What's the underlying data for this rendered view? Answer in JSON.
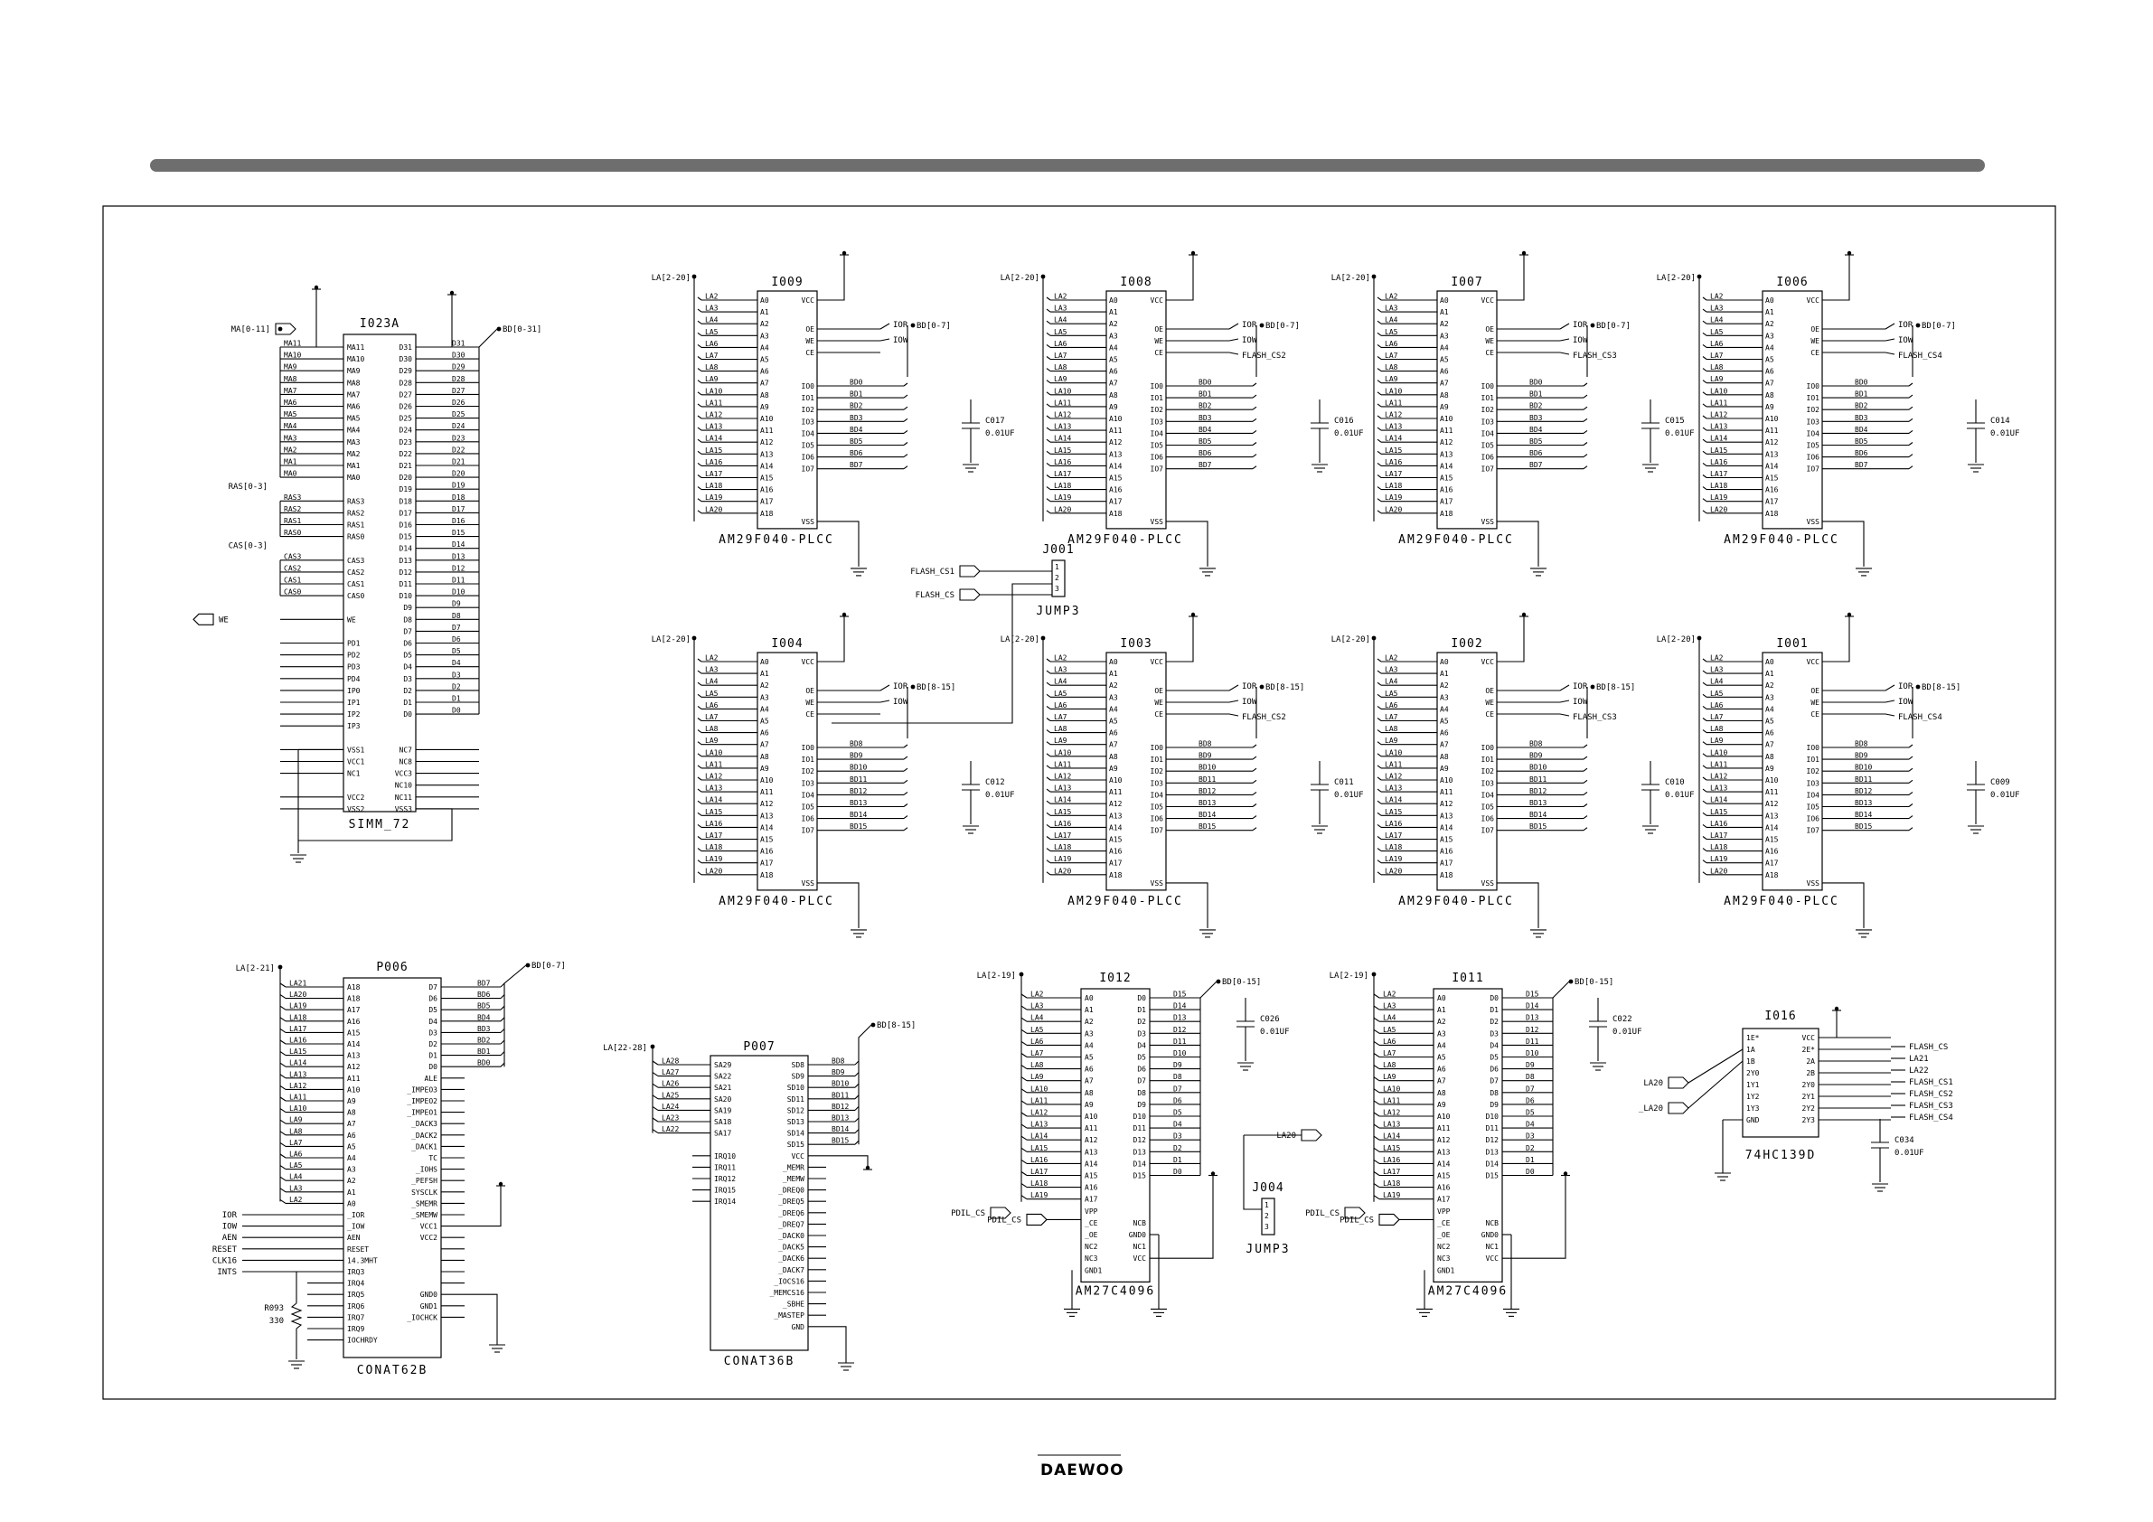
{
  "brand": "DAEWOO",
  "chips": [
    {
      "ref": "I023A",
      "type": "SIMM_72",
      "left": [
        "MA11",
        "MA10",
        "MA9",
        "MA8",
        "MA7",
        "MA6",
        "MA5",
        "MA4",
        "MA3",
        "MA2",
        "MA1",
        "MA0",
        "",
        "RAS3",
        "RAS2",
        "RAS1",
        "RAS0",
        "",
        "CAS3",
        "CAS2",
        "CAS1",
        "CAS0",
        "",
        "WE",
        "",
        "PD1",
        "PD2",
        "PD3",
        "PD4",
        "IP0",
        "IP1",
        "IP2",
        "IP3",
        "",
        "VSS1",
        "VCC1",
        "NC1",
        "",
        "VCC2",
        "VSS2"
      ],
      "right": [
        "D31",
        "D30",
        "D29",
        "D28",
        "D27",
        "D26",
        "D25",
        "D24",
        "D23",
        "D22",
        "D21",
        "D20",
        "D19",
        "D18",
        "D17",
        "D16",
        "D15",
        "D14",
        "D13",
        "D12",
        "D11",
        "D10",
        "D9",
        "D8",
        "D7",
        "D6",
        "D5",
        "D4",
        "D3",
        "D2",
        "D1",
        "D0",
        "",
        "",
        "NC7",
        "NC8",
        "VCC3",
        "NC10",
        "NC11",
        "VSS3"
      ],
      "nets_left": [
        "MA[0-11]",
        "RAS[0-3]",
        "CAS[0-3]",
        "WE"
      ],
      "nets_right": [
        "BD[0-31]"
      ]
    },
    {
      "ref": "I009",
      "type": "AM29F040-PLCC",
      "cap_ref": "C017",
      "cap_val": "0.01UF",
      "bus": "BD[0-7]",
      "in": "LA[2-20]",
      "ctl": [
        "IOR",
        "IOW",
        ""
      ]
    },
    {
      "ref": "I008",
      "type": "AM29F040-PLCC",
      "cap_ref": "C016",
      "cap_val": "0.01UF",
      "bus": "BD[0-7]",
      "in": "LA[2-20]",
      "ctl": [
        "IOR",
        "IOW",
        "FLASH_CS2"
      ]
    },
    {
      "ref": "I007",
      "type": "AM29F040-PLCC",
      "cap_ref": "C015",
      "cap_val": "0.01UF",
      "bus": "BD[0-7]",
      "in": "LA[2-20]",
      "ctl": [
        "IOR",
        "IOW",
        "FLASH_CS3"
      ]
    },
    {
      "ref": "I006",
      "type": "AM29F040-PLCC",
      "cap_ref": "C014",
      "cap_val": "0.01UF",
      "bus": "BD[0-7]",
      "in": "LA[2-20]",
      "ctl": [
        "IOR",
        "IOW",
        "FLASH_CS4"
      ]
    },
    {
      "ref": "I004",
      "type": "AM29F040-PLCC",
      "cap_ref": "C012",
      "cap_val": "0.01UF",
      "bus": "BD[8-15]",
      "in": "LA[2-20]",
      "ctl": [
        "IOR",
        "IOW",
        ""
      ]
    },
    {
      "ref": "I003",
      "type": "AM29F040-PLCC",
      "cap_ref": "C011",
      "cap_val": "0.01UF",
      "bus": "BD[8-15]",
      "in": "LA[2-20]",
      "ctl": [
        "IOR",
        "IOW",
        "FLASH_CS2"
      ]
    },
    {
      "ref": "I002",
      "type": "AM29F040-PLCC",
      "cap_ref": "C010",
      "cap_val": "0.01UF",
      "bus": "BD[8-15]",
      "in": "LA[2-20]",
      "ctl": [
        "IOR",
        "IOW",
        "FLASH_CS3"
      ]
    },
    {
      "ref": "I001",
      "type": "AM29F040-PLCC",
      "cap_ref": "C009",
      "cap_val": "0.01UF",
      "bus": "BD[8-15]",
      "in": "LA[2-20]",
      "ctl": [
        "IOR",
        "IOW",
        "FLASH_CS4"
      ]
    },
    {
      "ref": "P006",
      "type": "CONAT62B"
    },
    {
      "ref": "P007",
      "type": "CONAT36B"
    },
    {
      "ref": "I012",
      "type": "AM27C4096",
      "cap_ref": "C026",
      "cap_val": "0.01UF",
      "bus": "BD[0-15]",
      "in": "LA[2-19]",
      "cs": "PDIL_CS"
    },
    {
      "ref": "I011",
      "type": "AM27C4096",
      "cap_ref": "C022",
      "cap_val": "0.01UF",
      "bus": "BD[0-15]",
      "in": "LA[2-19]",
      "cs": "PDIL_CS"
    },
    {
      "ref": "I016",
      "type": "74HC139D",
      "cap_ref": "C034",
      "cap_val": "0.01UF"
    }
  ],
  "flash_left": [
    "LA2",
    "LA3",
    "LA4",
    "LA5",
    "LA6",
    "LA7",
    "LA8",
    "LA9",
    "LA10",
    "LA11",
    "LA12",
    "LA13",
    "LA14",
    "LA15",
    "LA16",
    "LA17",
    "LA18",
    "LA19",
    "LA20"
  ],
  "flash_left_pin": [
    "A0",
    "A1",
    "A2",
    "A3",
    "A4",
    "A5",
    "A6",
    "A7",
    "A8",
    "A9",
    "A10",
    "A11",
    "A12",
    "A13",
    "A14",
    "A15",
    "A16",
    "A17",
    "A18"
  ],
  "flash_right_pin": [
    "VCC",
    "",
    "",
    "OE",
    "WE",
    "CE",
    "",
    "",
    "IO0",
    "IO1",
    "IO2",
    "IO3",
    "IO4",
    "IO5",
    "IO6",
    "IO7",
    "",
    "",
    "VSS"
  ],
  "bd_low": [
    "BD0",
    "BD1",
    "BD2",
    "BD3",
    "BD4",
    "BD5",
    "BD6",
    "BD7"
  ],
  "bd_high": [
    "BD8",
    "BD9",
    "BD10",
    "BD11",
    "BD12",
    "BD13",
    "BD14",
    "BD15"
  ],
  "jumpers": [
    {
      "ref": "J001",
      "type": "JUMP3",
      "nets": [
        "FLASH_CS1",
        "FLASH_CS"
      ]
    },
    {
      "ref": "J004",
      "type": "JUMP3",
      "nets": [
        "LA20",
        "PDIL_CS"
      ]
    }
  ],
  "p006": {
    "left": [
      "LA21",
      "LA20",
      "LA19",
      "LA18",
      "LA17",
      "LA16",
      "LA15",
      "LA14",
      "LA13",
      "LA12",
      "LA11",
      "LA10",
      "LA9",
      "LA8",
      "LA7",
      "LA6",
      "LA5",
      "LA4",
      "LA3",
      "LA2"
    ],
    "lpin": [
      "A18",
      "A18",
      "A17",
      "A16",
      "A15",
      "A14",
      "A13",
      "A12",
      "A11",
      "A10",
      "A9",
      "A8",
      "A7",
      "A6",
      "A5",
      "A4",
      "A3",
      "A2",
      "A1",
      "A0"
    ],
    "rpin": [
      "D7",
      "D6",
      "D5",
      "D4",
      "D3",
      "D2",
      "D1",
      "D0",
      "ALE",
      "_IMPEO3",
      "_IMPEO2",
      "_IMPEO1",
      "_DACK3",
      "_DACK2",
      "_DACK1",
      "TC",
      "_IOHS",
      "_PEFSH",
      "SYSCLK",
      "_SMEMR",
      "_SMEMW",
      "VCC1",
      "VCC2",
      "",
      "",
      "",
      "",
      "GND0",
      "GND1",
      "_IOCHCK"
    ],
    "right_bd": [
      "BD7",
      "BD6",
      "BD5",
      "BD4",
      "BD3",
      "BD2",
      "BD1",
      "BD0"
    ],
    "ctl_left": [
      "IOR",
      "IOW",
      "AEN",
      "RESET",
      "CLK16",
      "INTS"
    ],
    "ctl_pin": [
      "_IOR",
      "_IOW",
      "AEN",
      "RESET",
      "14.3MHT",
      "IRQ3",
      "IRQ4",
      "IRQ5",
      "IRQ6",
      "IRQ7",
      "IRQ9",
      "IOCHRDY"
    ],
    "res_ref": "R093",
    "res_val": "330",
    "bus_left": "LA[2-21]",
    "bus_right": "BD[0-7]"
  },
  "p007": {
    "left": [
      "LA28",
      "LA27",
      "LA26",
      "LA25",
      "LA24",
      "LA23",
      "LA22"
    ],
    "lpin": [
      "SA29",
      "SA22",
      "SA21",
      "SA20",
      "SA19",
      "SA18",
      "SA17"
    ],
    "lpin2": [
      "IRQ10",
      "IRQ11",
      "IRQ12",
      "IRQ15",
      "IRQ14"
    ],
    "rpin": [
      "SD8",
      "SD9",
      "SD10",
      "SD11",
      "SD12",
      "SD13",
      "SD14",
      "SD15",
      "VCC",
      "_MEMR",
      "_MEMW",
      "_DREQ0",
      "_DREQ5",
      "_DREQ6",
      "_DREQ7",
      "_DACK0",
      "_DACK5",
      "_DACK6",
      "_DACK7",
      "_IOCS16",
      "_MEMCS16",
      "_SBHE",
      "_MASTEP",
      "GND"
    ],
    "right_bd": [
      "BD8",
      "BD9",
      "BD10",
      "BD11",
      "BD12",
      "BD13",
      "BD14",
      "BD15"
    ],
    "bus_left": "LA[22-28]",
    "bus_right": "BD[8-15]"
  },
  "eprom": {
    "left": [
      "LA2",
      "LA3",
      "LA4",
      "LA5",
      "LA6",
      "LA7",
      "LA8",
      "LA9",
      "LA10",
      "LA11",
      "LA12",
      "LA13",
      "LA14",
      "LA15",
      "LA16",
      "LA17",
      "LA18",
      "LA19"
    ],
    "lpin": [
      "A0",
      "A1",
      "A2",
      "A3",
      "A4",
      "A5",
      "A6",
      "A7",
      "A8",
      "A9",
      "A10",
      "A11",
      "A12",
      "A13",
      "A14",
      "A15",
      "A16",
      "A17",
      "VPP",
      "_CE",
      "_OE",
      "NC2",
      "NC3",
      "GND1"
    ],
    "rpin": [
      "D0",
      "D1",
      "D2",
      "D3",
      "D4",
      "D5",
      "D6",
      "D7",
      "D8",
      "D9",
      "D10",
      "D11",
      "D12",
      "D13",
      "D14",
      "D15",
      "",
      "",
      "",
      "NCB",
      "GND0",
      "NC1",
      "VCC"
    ],
    "bd_hi": [
      "D15",
      "D14",
      "D13",
      "D12",
      "D11",
      "D10",
      "D9",
      "D8",
      "D7",
      "D6",
      "D5",
      "D4",
      "D3",
      "D2",
      "D1",
      "D0"
    ],
    "bd_i011": [
      "D15",
      "D14",
      "D13",
      "D12",
      "D11",
      "D10",
      "D9",
      "D8",
      "D7",
      "D6",
      "D5",
      "D4",
      "D3",
      "D2",
      "D1",
      "D0"
    ]
  },
  "decoder": {
    "lpin": [
      "1E*",
      "1A",
      "1B",
      "2Y0",
      "1Y1",
      "1Y2",
      "1Y3",
      "GND"
    ],
    "rpin": [
      "VCC",
      "2E*",
      "2A",
      "2B",
      "2Y0",
      "2Y1",
      "2Y2",
      "2Y3"
    ],
    "ins": [
      "LA20",
      "LA20"
    ],
    "outs": [
      "FLASH_CS",
      "LA21",
      "LA22",
      "FLASH_CS1",
      "FLASH_CS2",
      "FLASH_CS3",
      "FLASH_CS4"
    ]
  }
}
